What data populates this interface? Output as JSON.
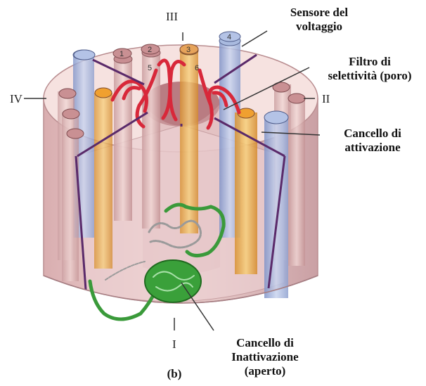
{
  "diagram": {
    "labels": {
      "voltage_sensor": [
        "Sensore del",
        "voltaggio"
      ],
      "selectivity_filter": [
        "Filtro di",
        "selettività (poro)"
      ],
      "activation_gate": [
        "Cancello di",
        "attivazione"
      ],
      "inactivation_gate": [
        "Cancello di",
        "Inattivazione",
        "(aperto)"
      ]
    },
    "domains": {
      "d1": "I",
      "d2": "II",
      "d3": "III",
      "d4": "IV"
    },
    "segments": [
      "1",
      "2",
      "3",
      "4",
      "5",
      "6"
    ],
    "panel": "(b)",
    "colors": {
      "membrane": "#e9c8c8",
      "voltage_sensor": "#aab8dc",
      "pore_segment": "#f0b050",
      "p_loop": "#d8283a",
      "inactivation_gate": "#3a9a3a",
      "divider": "#5a2a6a"
    }
  }
}
